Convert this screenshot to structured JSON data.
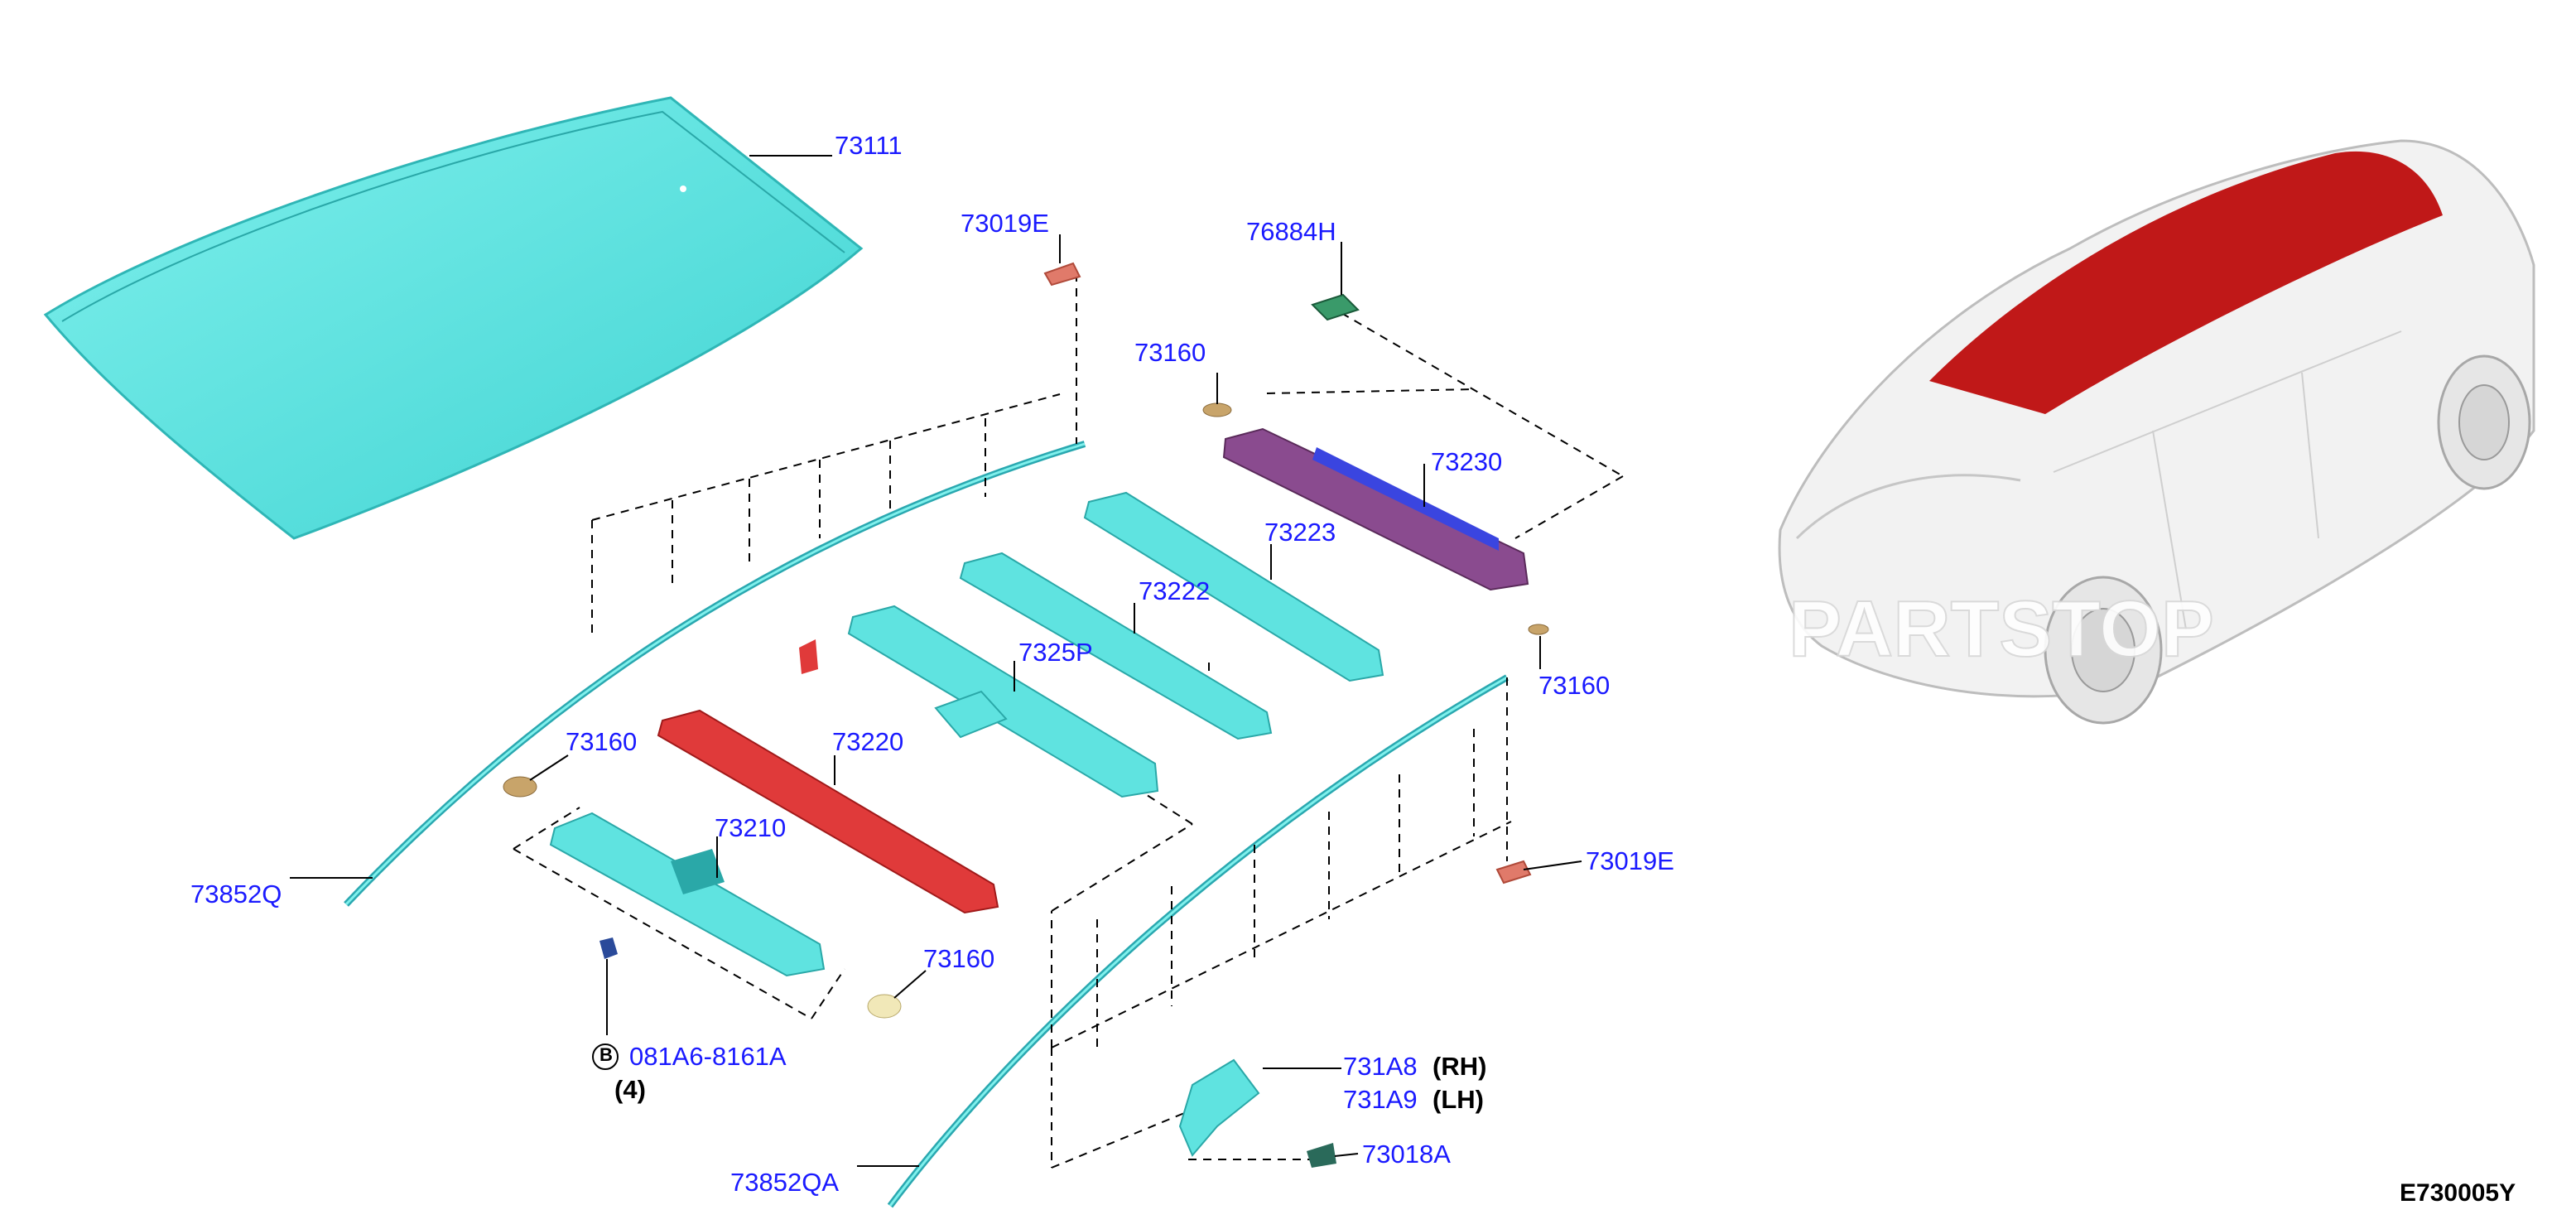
{
  "diagram_code": "E730005Y",
  "watermark_text": "PARTSTOP",
  "parts": {
    "roof_panel": "73111",
    "clip_73019E_top": "73019E",
    "clip_73019E_right": "73019E",
    "bracket_76884H": "76884H",
    "pad_73160_a": "73160",
    "pad_73160_b": "73160",
    "pad_73160_c": "73160",
    "pad_73160_d": "73160",
    "bow_73230": "73230",
    "bow_73223": "73223",
    "bow_73222": "73222",
    "bracket_7325P": "7325P",
    "bow_73220": "73220",
    "bow_73210": "73210",
    "molding_left": "73852Q",
    "molding_right": "73852QA",
    "bolt": "081A6-8161A",
    "bolt_qty": "(4)",
    "bolt_circle": "B",
    "brace_rh": "731A8",
    "brace_lh": "731A9",
    "rh_suffix": "(RH)",
    "lh_suffix": "(LH)",
    "clip_73018A": "73018A"
  },
  "colors": {
    "cyan_part": "#5fe3e0",
    "red_part": "#e03a3a",
    "purple_part": "#8a4b8f",
    "blue_part": "#3a45e0",
    "label_blue": "#1a1aff",
    "car_roof_red": "#c01818"
  }
}
